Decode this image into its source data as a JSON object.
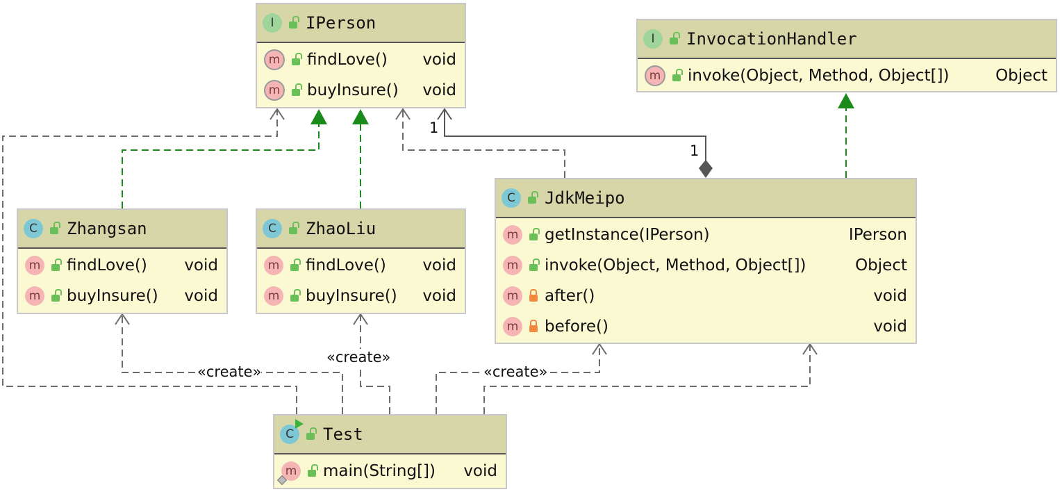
{
  "nodes": {
    "iperson": {
      "kind": "I",
      "name": "IPerson",
      "members": [
        {
          "name": "findLove()",
          "type": "void"
        },
        {
          "name": "buyInsure()",
          "type": "void"
        }
      ]
    },
    "invocationhandler": {
      "kind": "I",
      "name": "InvocationHandler",
      "members": [
        {
          "name": "invoke(Object, Method, Object[])",
          "type": "Object"
        }
      ]
    },
    "zhangsan": {
      "kind": "C",
      "name": "Zhangsan",
      "members": [
        {
          "name": "findLove()",
          "type": "void"
        },
        {
          "name": "buyInsure()",
          "type": "void"
        }
      ]
    },
    "zhaoliu": {
      "kind": "C",
      "name": "ZhaoLiu",
      "members": [
        {
          "name": "findLove()",
          "type": "void"
        },
        {
          "name": "buyInsure()",
          "type": "void"
        }
      ]
    },
    "jdkmeipo": {
      "kind": "C",
      "name": "JdkMeipo",
      "members": [
        {
          "name": "getInstance(IPerson)",
          "type": "IPerson"
        },
        {
          "name": "invoke(Object, Method, Object[])",
          "type": "Object"
        },
        {
          "name": "after()",
          "type": "void"
        },
        {
          "name": "before()",
          "type": "void"
        }
      ]
    },
    "test": {
      "kind": "C",
      "name": "Test",
      "members": [
        {
          "name": "main(String[])",
          "type": "void"
        }
      ]
    }
  },
  "edge_labels": {
    "create_zhangsan": "«create»",
    "create_zhaoliu": "«create»",
    "create_jdkmeipo": "«create»",
    "mult_iperson": "1",
    "mult_jdkmeipo": "1"
  },
  "colors": {
    "realization": "#1a8a1a",
    "dependency": "#6b6b6b",
    "aggregation": "#555555"
  }
}
